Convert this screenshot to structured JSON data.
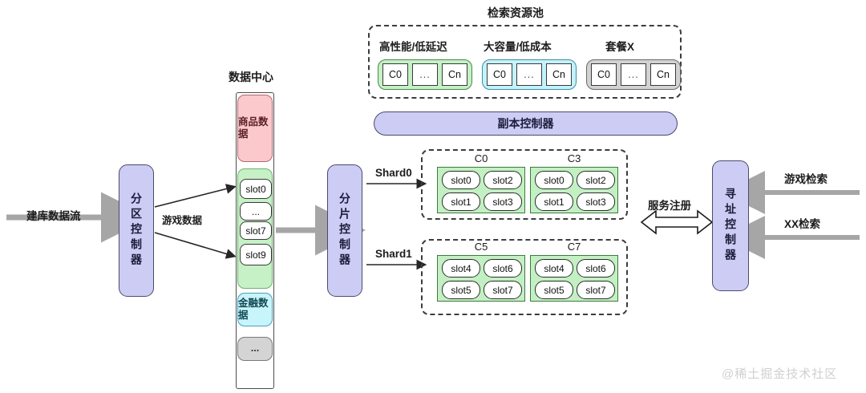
{
  "diagram": {
    "title_watermark": "@稀土掘金技术社区"
  },
  "resource_pool": {
    "title": "检索资源池",
    "groups": [
      {
        "label": "高性能/低延迟",
        "style": "green",
        "cells": [
          "C0",
          "...",
          "Cn"
        ]
      },
      {
        "label": "大容量/低成本",
        "style": "cyan",
        "cells": [
          "C0",
          "...",
          "Cn"
        ]
      },
      {
        "label": "套餐X",
        "style": "gray",
        "cells": [
          "C0",
          "...",
          "Cn"
        ]
      }
    ]
  },
  "replica_controller": {
    "label": "副本控制器"
  },
  "inflow": {
    "label": "建库数据流"
  },
  "partition_controller": {
    "label": "分区控制器"
  },
  "game_data": {
    "label": "游戏数据"
  },
  "data_center": {
    "title": "数据中心",
    "segments": [
      {
        "label": "商品数据",
        "style": "pink"
      },
      {
        "label": "",
        "style": "greenband"
      },
      {
        "label": "金融数据",
        "style": "cyan"
      },
      {
        "label": "...",
        "style": "gray"
      }
    ],
    "slots": [
      "slot0",
      "...",
      "slot7",
      "slot9"
    ]
  },
  "shard_controller": {
    "label": "分片控制器"
  },
  "shards": [
    {
      "arrow_label": "Shard0",
      "containers": [
        {
          "name": "C0",
          "slots": [
            "slot0",
            "slot2",
            "slot1",
            "slot3"
          ]
        },
        {
          "name": "C3",
          "slots": [
            "slot0",
            "slot2",
            "slot1",
            "slot3"
          ]
        }
      ]
    },
    {
      "arrow_label": "Shard1",
      "containers": [
        {
          "name": "C5",
          "slots": [
            "slot4",
            "slot6",
            "slot5",
            "slot7"
          ]
        },
        {
          "name": "C7",
          "slots": [
            "slot4",
            "slot6",
            "slot5",
            "slot7"
          ]
        }
      ]
    }
  ],
  "service_registry": {
    "label": "服务注册"
  },
  "addressing_controller": {
    "label": "寻址控制器"
  },
  "queries": [
    {
      "label": "游戏检索"
    },
    {
      "label": "XX检索"
    }
  ],
  "colors": {
    "controller_fill": "#ccccf5",
    "pool_green": "#c6f0c6",
    "pool_cyan": "#c4f2fb",
    "pool_gray": "#d2d2d2",
    "segment_pink": "#fbc9cc",
    "segment_cyan": "#c8f4fb",
    "arrow_gray": "#a6a6a6",
    "arrow_black": "#333333"
  }
}
